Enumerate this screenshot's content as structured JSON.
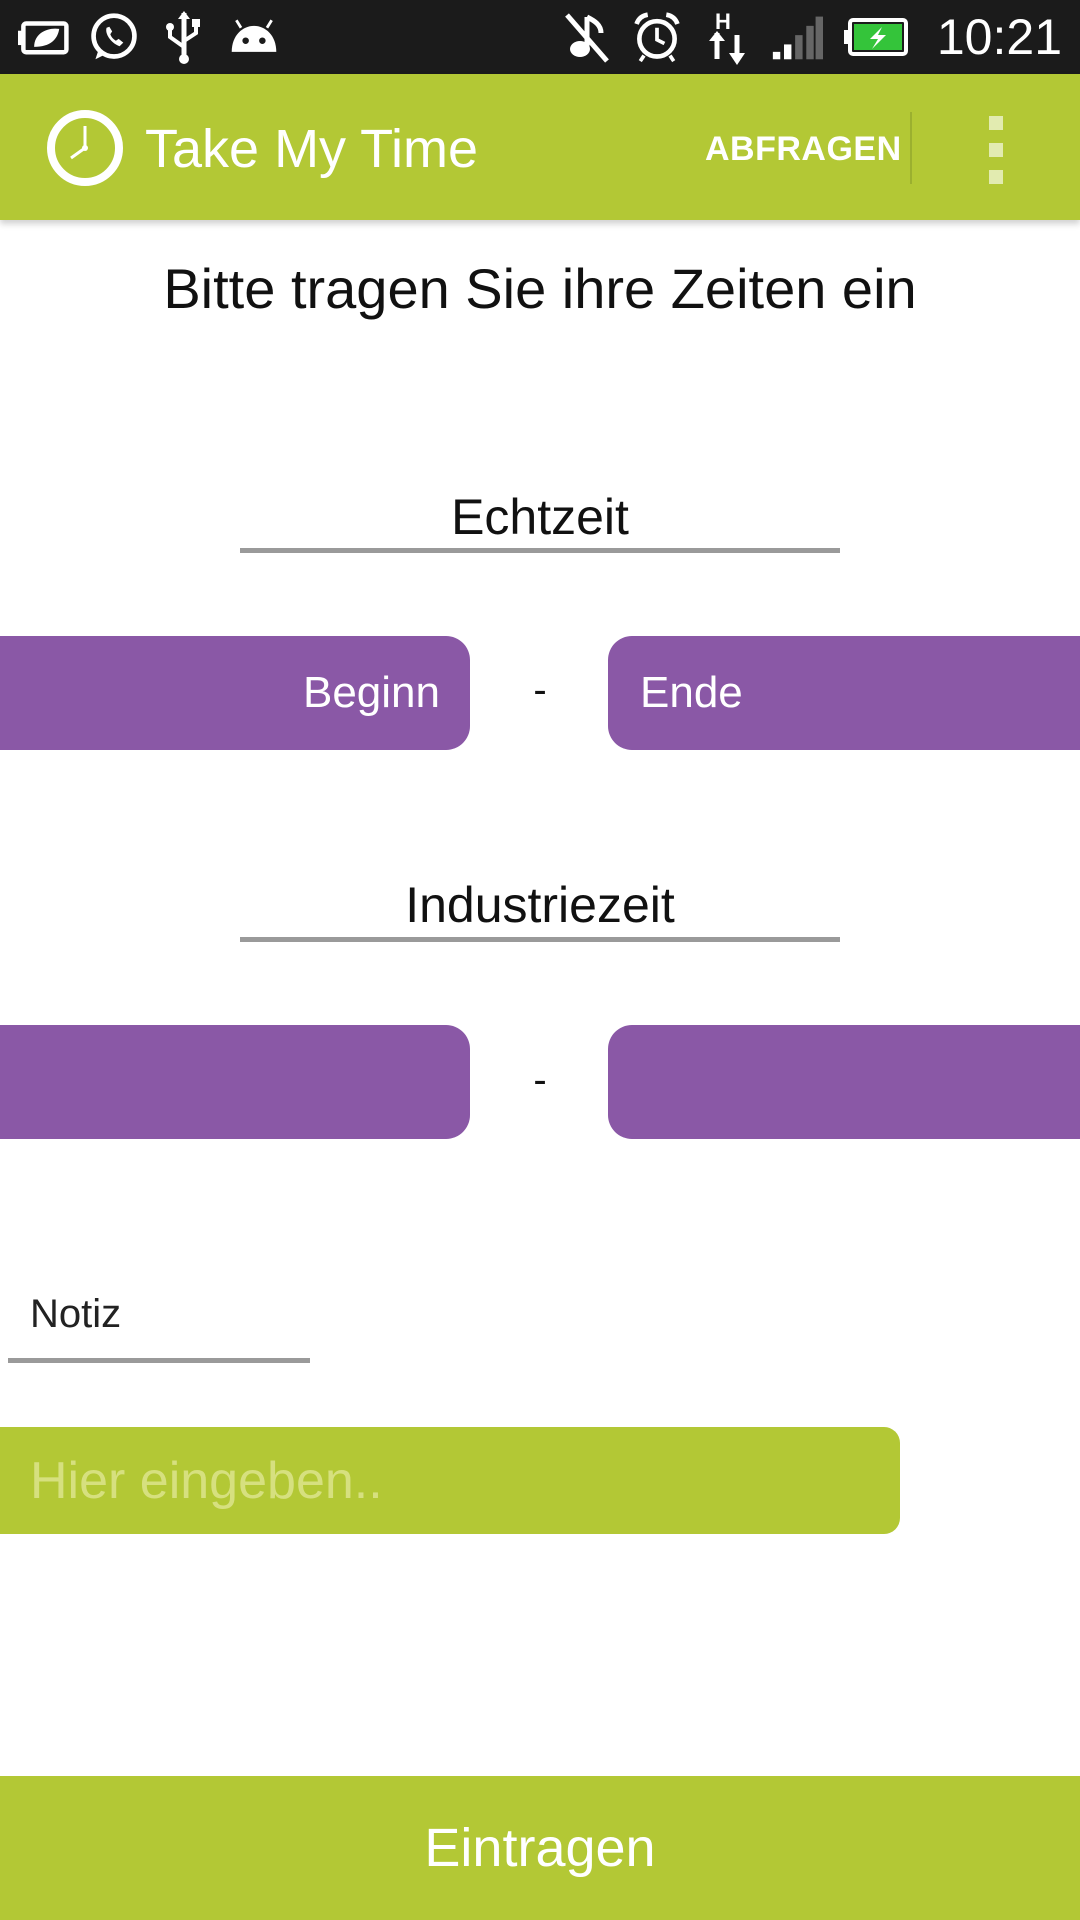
{
  "status_bar": {
    "time": "10:21",
    "network_type": "H",
    "icons": [
      "battery-saver-icon",
      "whatsapp-icon",
      "usb-icon",
      "android-icon",
      "mute-icon",
      "alarm-icon",
      "data-transfer-icon",
      "signal-icon",
      "battery-charging-icon"
    ]
  },
  "app_bar": {
    "title": "Take My Time",
    "action_label": "ABFRAGEN",
    "icon": "clock-icon"
  },
  "main": {
    "headline": "Bitte tragen Sie ihre Zeiten ein",
    "real_time": {
      "label": "Echtzeit",
      "start_label": "Beginn",
      "end_label": "Ende",
      "separator": "-"
    },
    "industry_time": {
      "label": "Industriezeit",
      "start_label": "",
      "end_label": "",
      "separator": "-"
    },
    "note": {
      "label": "Notiz",
      "value": "",
      "placeholder": "Hier eingeben.."
    },
    "submit_label": "Eintragen"
  },
  "colors": {
    "accent_green": "#b3c835",
    "accent_purple": "#8a58a6",
    "status_bar": "#1b1b1b"
  }
}
